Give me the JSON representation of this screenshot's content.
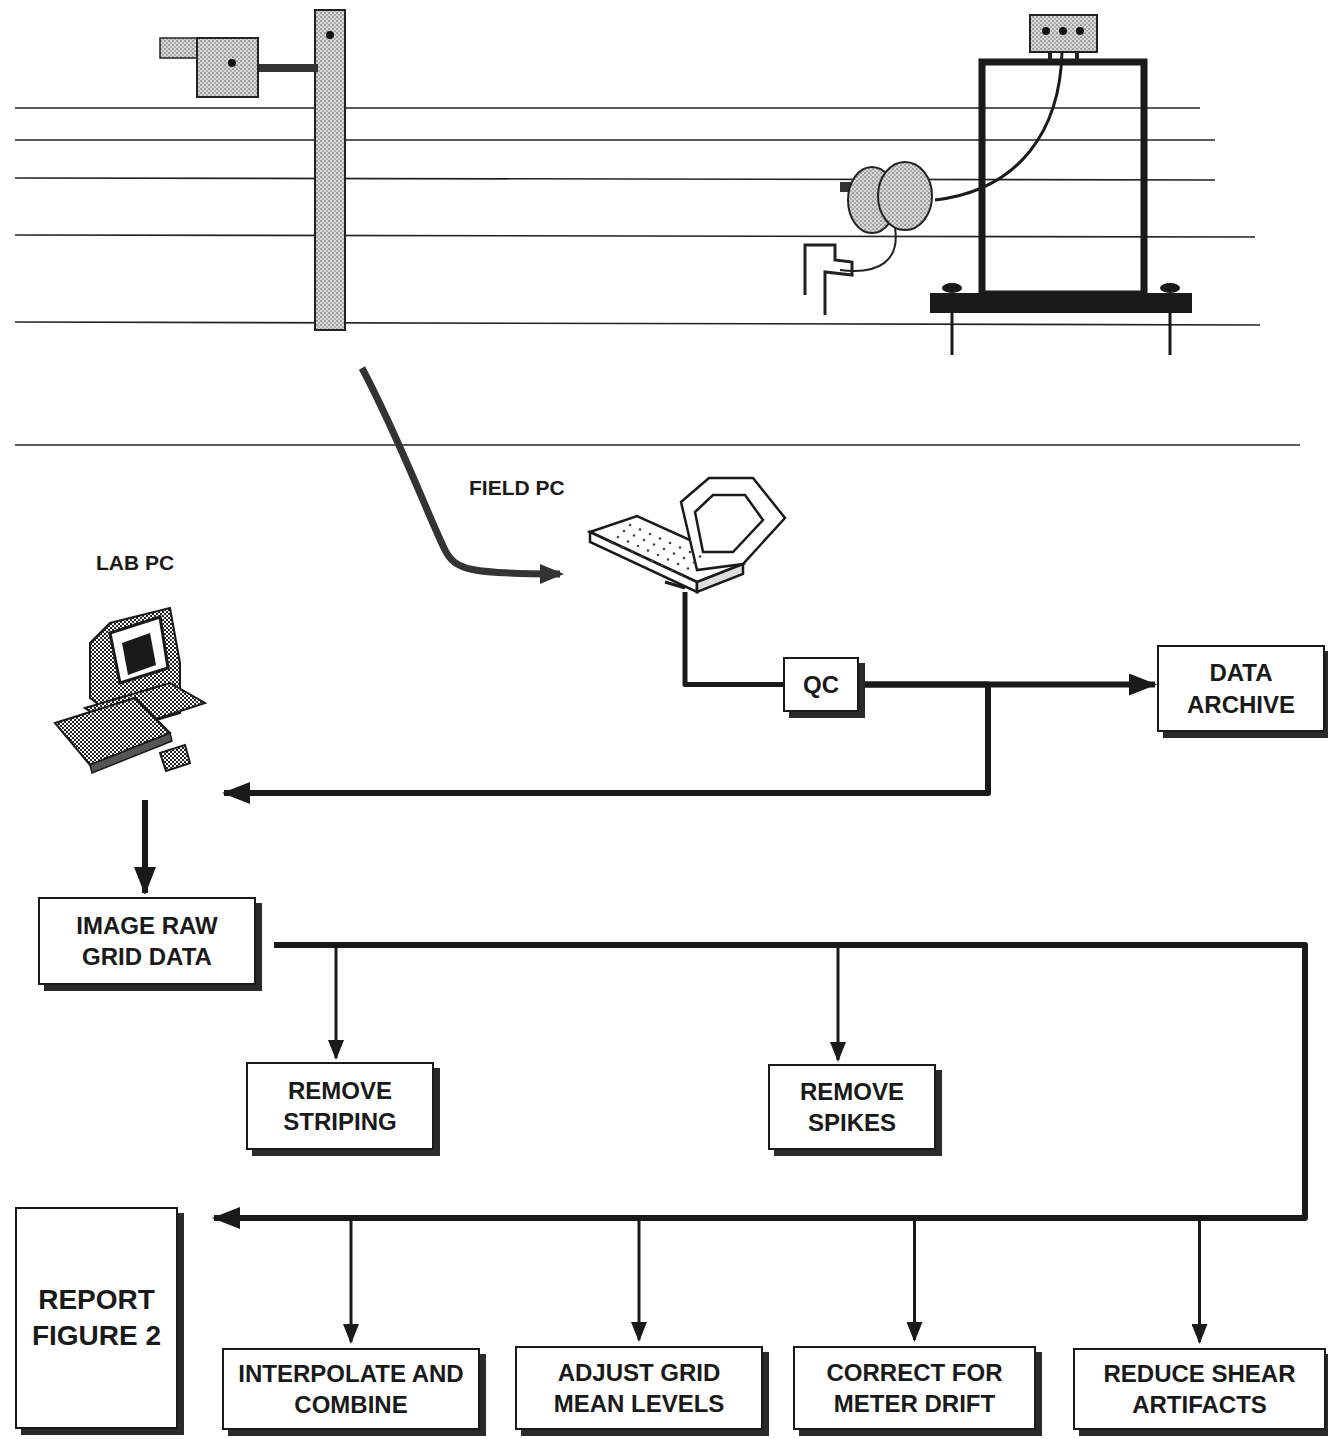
{
  "diagram": {
    "nodes": [
      {
        "text": [
          "FIELD PC"
        ]
      },
      {
        "text": [
          "QC"
        ]
      },
      {
        "text": [
          "DATA ARCHIVE"
        ]
      },
      {
        "text": [
          "LAB PC"
        ]
      },
      {
        "text": [
          "IMAGE RAW GRID DATA"
        ]
      },
      {
        "text": [
          "REMOVE STRIPING"
        ]
      },
      {
        "text": [
          "REMOVE SPIKES"
        ]
      },
      {
        "text": [
          "REPORT FIGURE 2"
        ]
      },
      {
        "text": [
          "INTERPOLATE AND COMBINE"
        ]
      },
      {
        "text": [
          "ADJUST GRID MEAN LEVELS"
        ]
      },
      {
        "text": [
          "CORRECT FOR METER DRIFT"
        ]
      },
      {
        "text": [
          "REDUCE SHEAR ARTIFACTS"
        ]
      }
    ],
    "edges": [
      {
        "from": 0,
        "to": 1,
        "arrow": "none"
      },
      {
        "from": 1,
        "to": 2,
        "arrow": "to"
      },
      {
        "from": 1,
        "to": 3,
        "arrow": "to"
      },
      {
        "from": 3,
        "to": 4,
        "arrow": "to"
      },
      {
        "from": 4,
        "to": 5,
        "arrow": "to"
      },
      {
        "from": 4,
        "to": 6,
        "arrow": "to"
      },
      {
        "from": 4,
        "to": 7,
        "arrow": "to"
      },
      {
        "from": 4,
        "to": 8,
        "arrow": "to"
      },
      {
        "from": 4,
        "to": 9,
        "arrow": "to"
      },
      {
        "from": 4,
        "to": 10,
        "arrow": "to"
      },
      {
        "from": 4,
        "to": 11,
        "arrow": "to"
      }
    ]
  }
}
